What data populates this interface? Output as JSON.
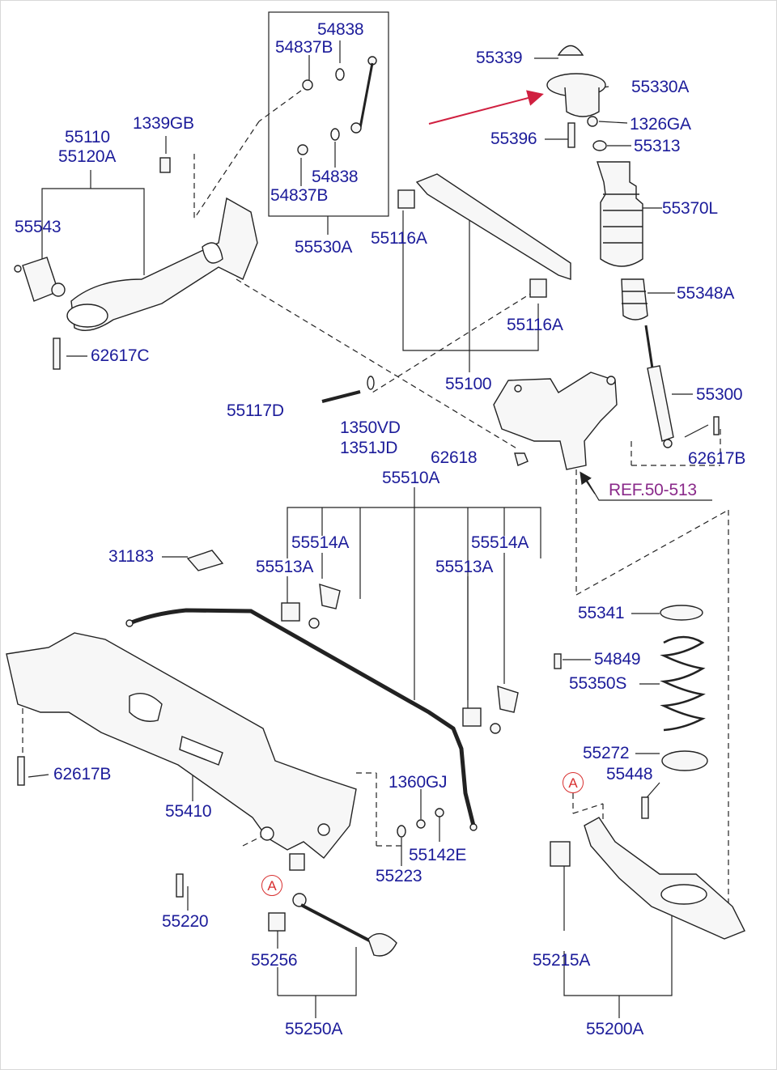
{
  "colors": {
    "label": "#1c1c9a",
    "ref": "#8a2a8a",
    "arrow": "#d02040",
    "circle": "#d83030",
    "line": "#222222"
  },
  "labels": {
    "p54838a": "54838",
    "p54837ba": "54837B",
    "p54838b": "54838",
    "p54837bb": "54837B",
    "p55530a": "55530A",
    "p55339": "55339",
    "p55330a": "55330A",
    "p1326ga": "1326GA",
    "p55396": "55396",
    "p55313": "55313",
    "p55370l": "55370L",
    "p55348a": "55348A",
    "p55300": "55300",
    "p62617b_top": "62617B",
    "p55110": "55110",
    "p55120a": "55120A",
    "p1339gb": "1339GB",
    "p55543": "55543",
    "p62617c": "62617C",
    "p55116a_top": "55116A",
    "p55116a_bot": "55116A",
    "p55100": "55100",
    "p55117d": "55117D",
    "p1350vd": "1350VD",
    "p1351jd": "1351JD",
    "p62618": "62618",
    "ref": "REF.50-513",
    "p55510a": "55510A",
    "p55514a_l": "55514A",
    "p55513a_l": "55513A",
    "p55514a_r": "55514A",
    "p55513a_r": "55513A",
    "p31183": "31183",
    "p55341": "55341",
    "p54849": "54849",
    "p55350s": "55350S",
    "p62617b_left": "62617B",
    "p55272": "55272",
    "p55448": "55448",
    "p55410": "55410",
    "p1360gj": "1360GJ",
    "p55142e": "55142E",
    "p55223": "55223",
    "p55220": "55220",
    "p55256": "55256",
    "p55250a": "55250A",
    "p55215a": "55215A",
    "p55200a": "55200A"
  },
  "markers": {
    "a_left": "A",
    "a_right": "A"
  }
}
